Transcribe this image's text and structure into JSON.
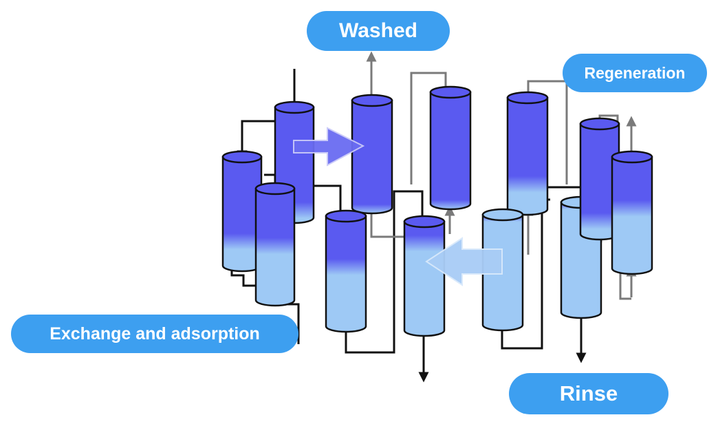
{
  "labels": {
    "washed": "Washed",
    "regeneration": "Regeneration",
    "exchange": "Exchange and adsorption",
    "rinse": "Rinse"
  },
  "colors": {
    "pill": "#3d9ff0",
    "resin_dark": "#5a5af0",
    "resin_light": "#9ec9f5",
    "column_stroke": "#111111",
    "pipe_main": "#111111",
    "pipe_regen": "#7a7a7a",
    "arrow_dark_fill": "#6a6cf2",
    "arrow_light_fill": "#a9cdf6"
  },
  "columns": [
    {
      "id": "column-1",
      "dark_fraction": 0.75
    },
    {
      "id": "column-2",
      "dark_fraction": 0.9
    },
    {
      "id": "column-3",
      "dark_fraction": 0.5
    },
    {
      "id": "column-4",
      "dark_fraction": 1.0
    },
    {
      "id": "column-5",
      "dark_fraction": 0.45
    },
    {
      "id": "column-6",
      "dark_fraction": 0.2
    },
    {
      "id": "column-7",
      "dark_fraction": 1.0
    },
    {
      "id": "column-8",
      "dark_fraction": 0.75
    },
    {
      "id": "column-9",
      "dark_fraction": 0.0
    },
    {
      "id": "column-10",
      "dark_fraction": 0.0
    },
    {
      "id": "column-11",
      "dark_fraction": 0.85
    },
    {
      "id": "column-12",
      "dark_fraction": 0.45
    }
  ]
}
